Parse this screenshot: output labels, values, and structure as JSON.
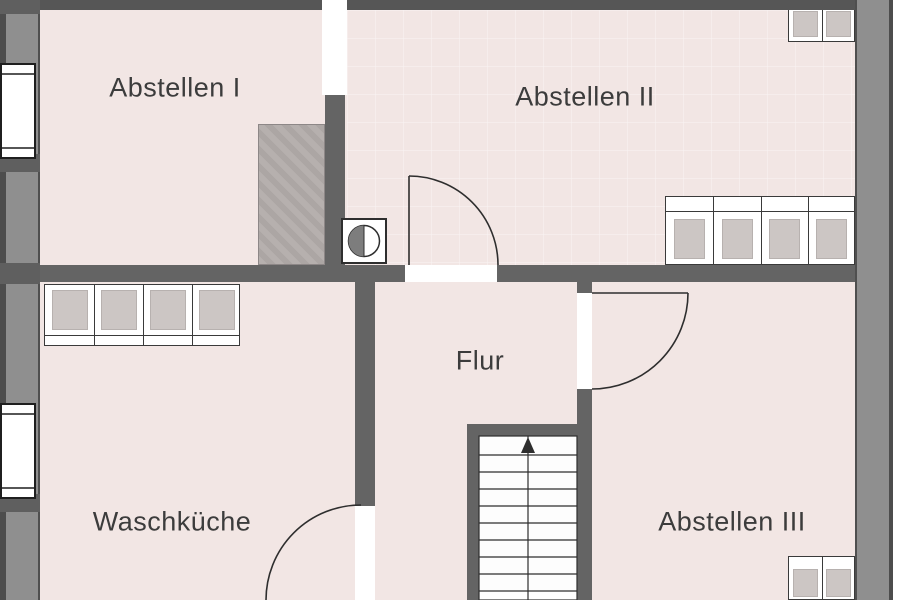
{
  "plan": {
    "type": "floor-plan",
    "rooms": [
      {
        "id": "abstellen-1",
        "label": "Abstellen I"
      },
      {
        "id": "abstellen-2",
        "label": "Abstellen II"
      },
      {
        "id": "flur",
        "label": "Flur"
      },
      {
        "id": "waschkueche",
        "label": "Waschküche"
      },
      {
        "id": "abstellen-3",
        "label": "Abstellen III"
      }
    ],
    "features": {
      "door_swings": 3,
      "windows": 2,
      "staircase": 1,
      "appliance_symbol": "washer-icon",
      "shelving_blocks": 4,
      "chimney_block": 1
    },
    "colors": {
      "floor": "#f2e6e4",
      "wall_interior": "#646464",
      "wall_exterior": "#8f8f8f",
      "wall_dark_edge": "#4d4d4d",
      "cabinet_fill": "#ccc6c4",
      "line": "#2e2e2e",
      "label_text": "#3c3c3c"
    }
  }
}
